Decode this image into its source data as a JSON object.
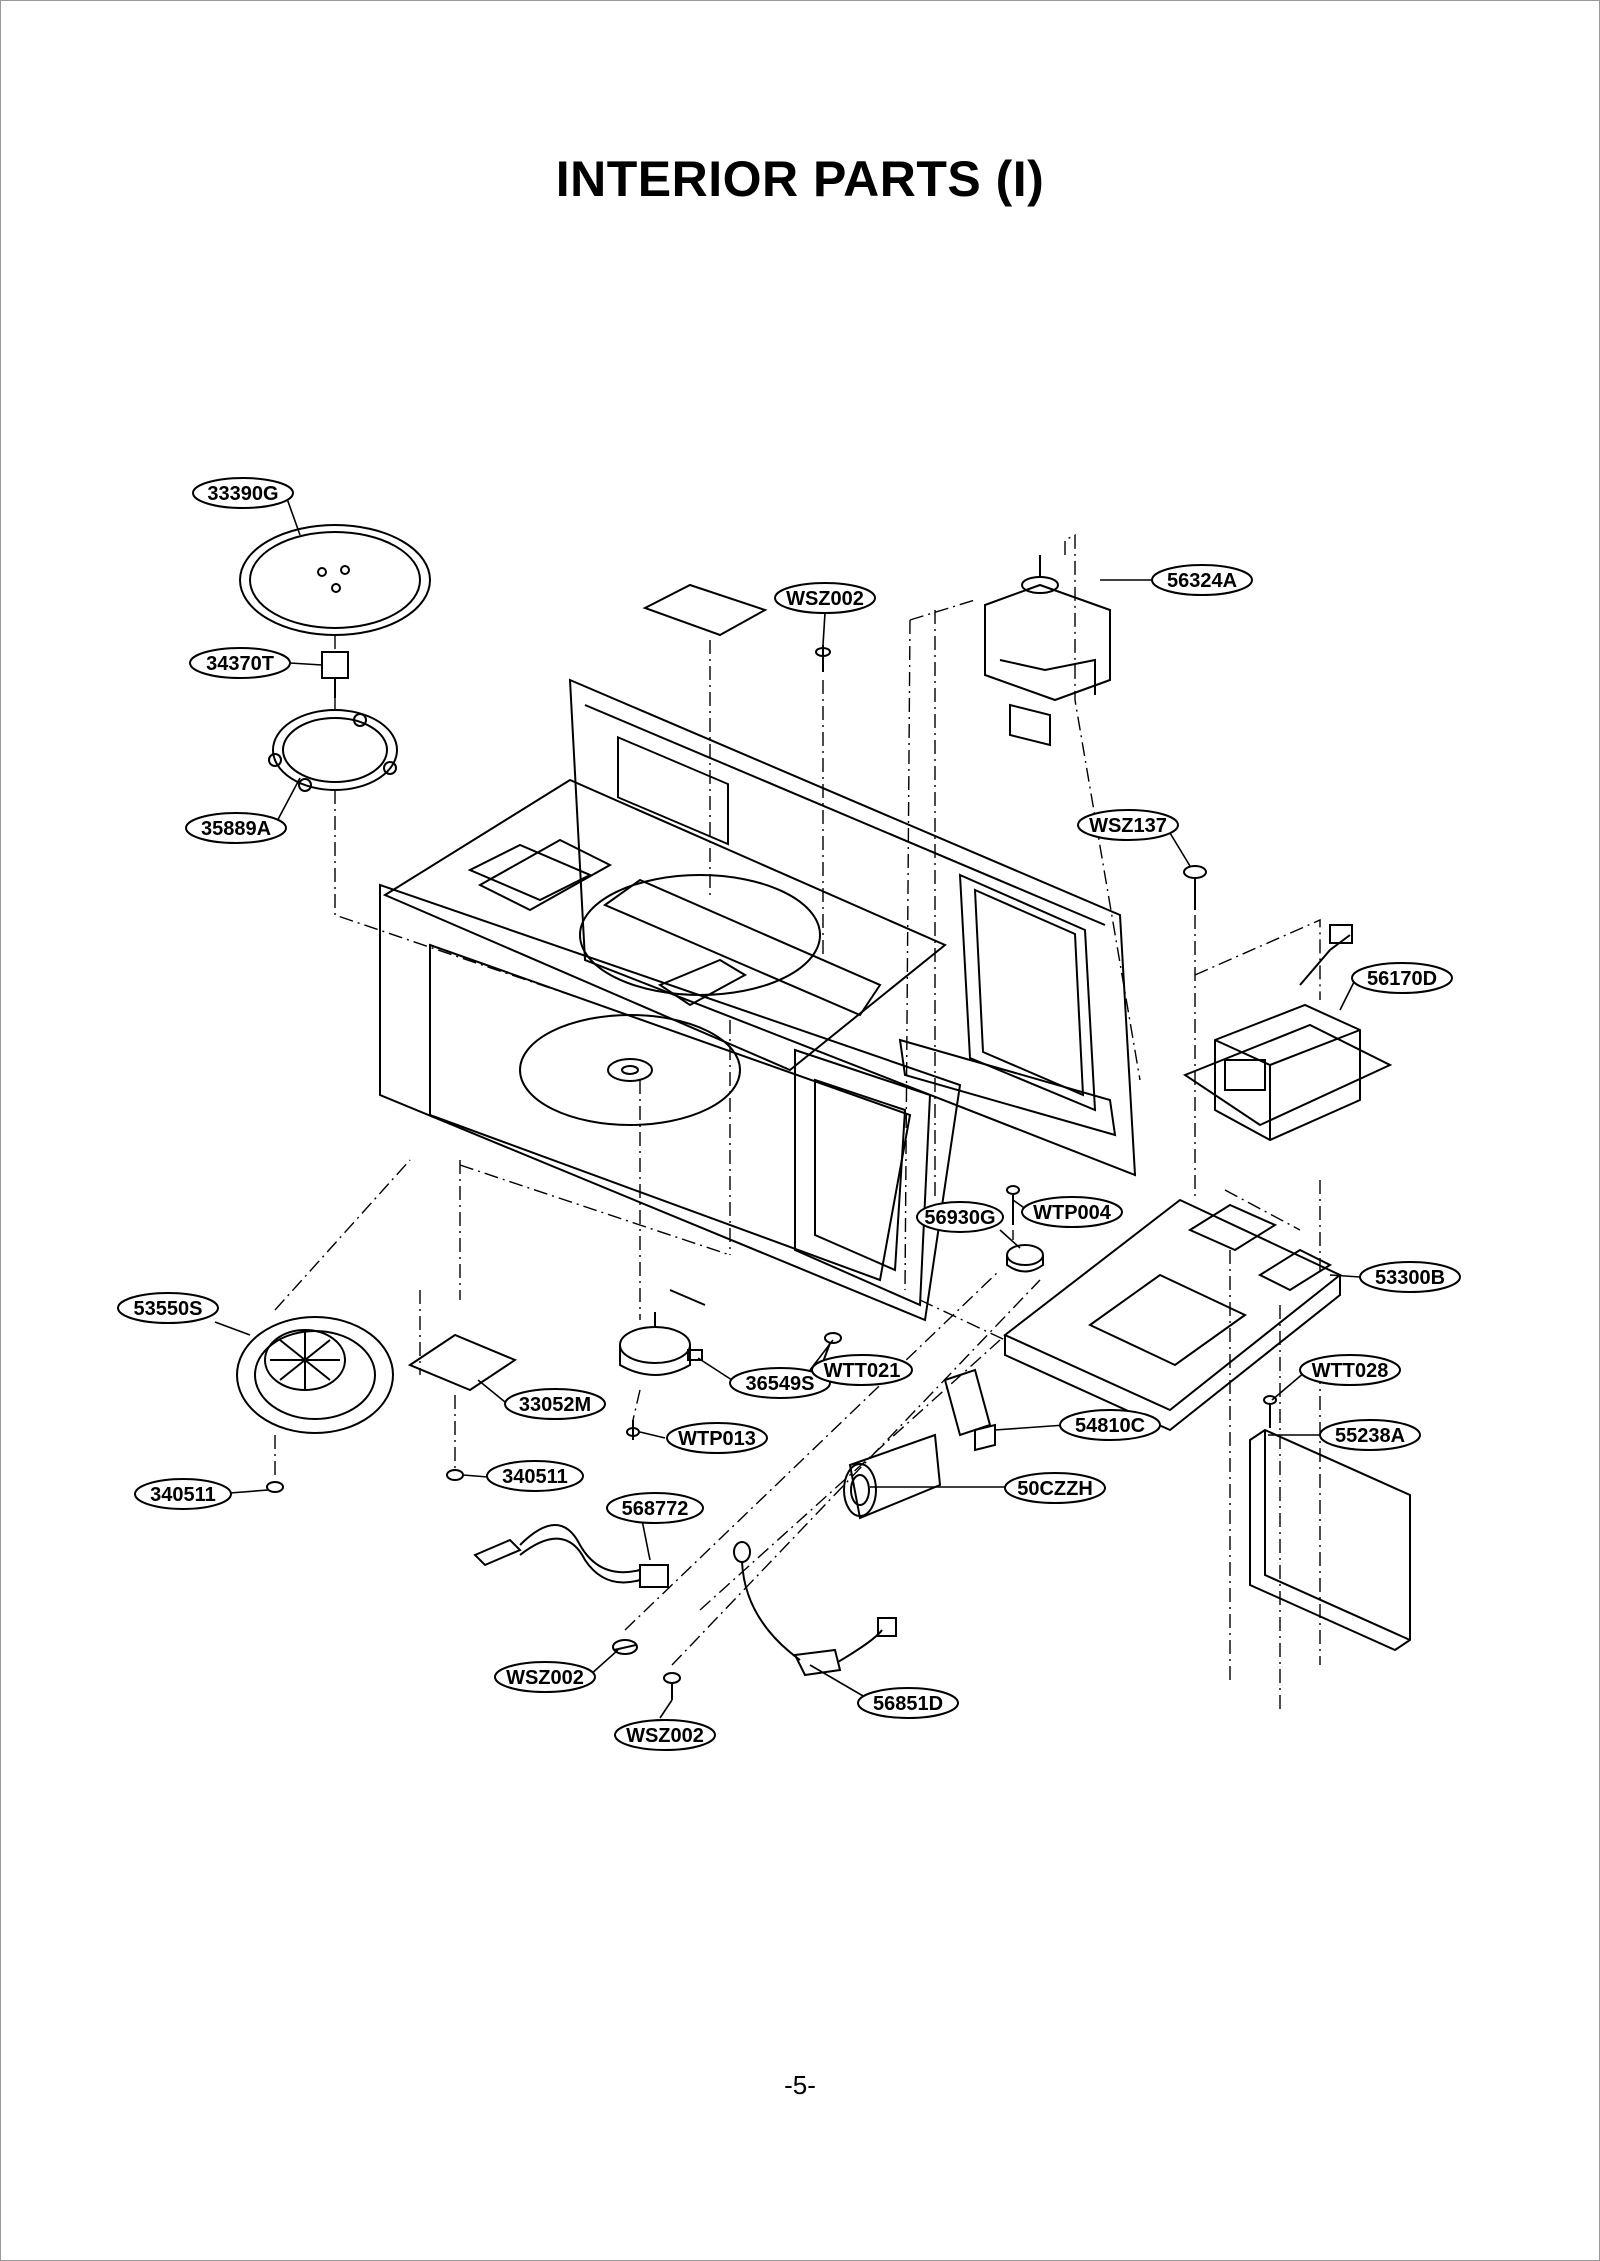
{
  "title": "INTERIOR PARTS (I)",
  "page_number": "-5-",
  "parts": [
    {
      "label": "33390G"
    },
    {
      "label": "34370T"
    },
    {
      "label": "35889A"
    },
    {
      "label": "WSZ002"
    },
    {
      "label": "56324A"
    },
    {
      "label": "WSZ137"
    },
    {
      "label": "56170D"
    },
    {
      "label": "WTP004"
    },
    {
      "label": "56930G"
    },
    {
      "label": "53300B"
    },
    {
      "label": "53550S"
    },
    {
      "label": "WTT028"
    },
    {
      "label": "36549S"
    },
    {
      "label": "WTT021"
    },
    {
      "label": "33052M"
    },
    {
      "label": "54810C"
    },
    {
      "label": "55238A"
    },
    {
      "label": "WTP013"
    },
    {
      "label": "340511"
    },
    {
      "label": "340511"
    },
    {
      "label": "568772"
    },
    {
      "label": "50CZZH"
    },
    {
      "label": "WSZ002"
    },
    {
      "label": "56851D"
    },
    {
      "label": "WSZ002"
    }
  ]
}
